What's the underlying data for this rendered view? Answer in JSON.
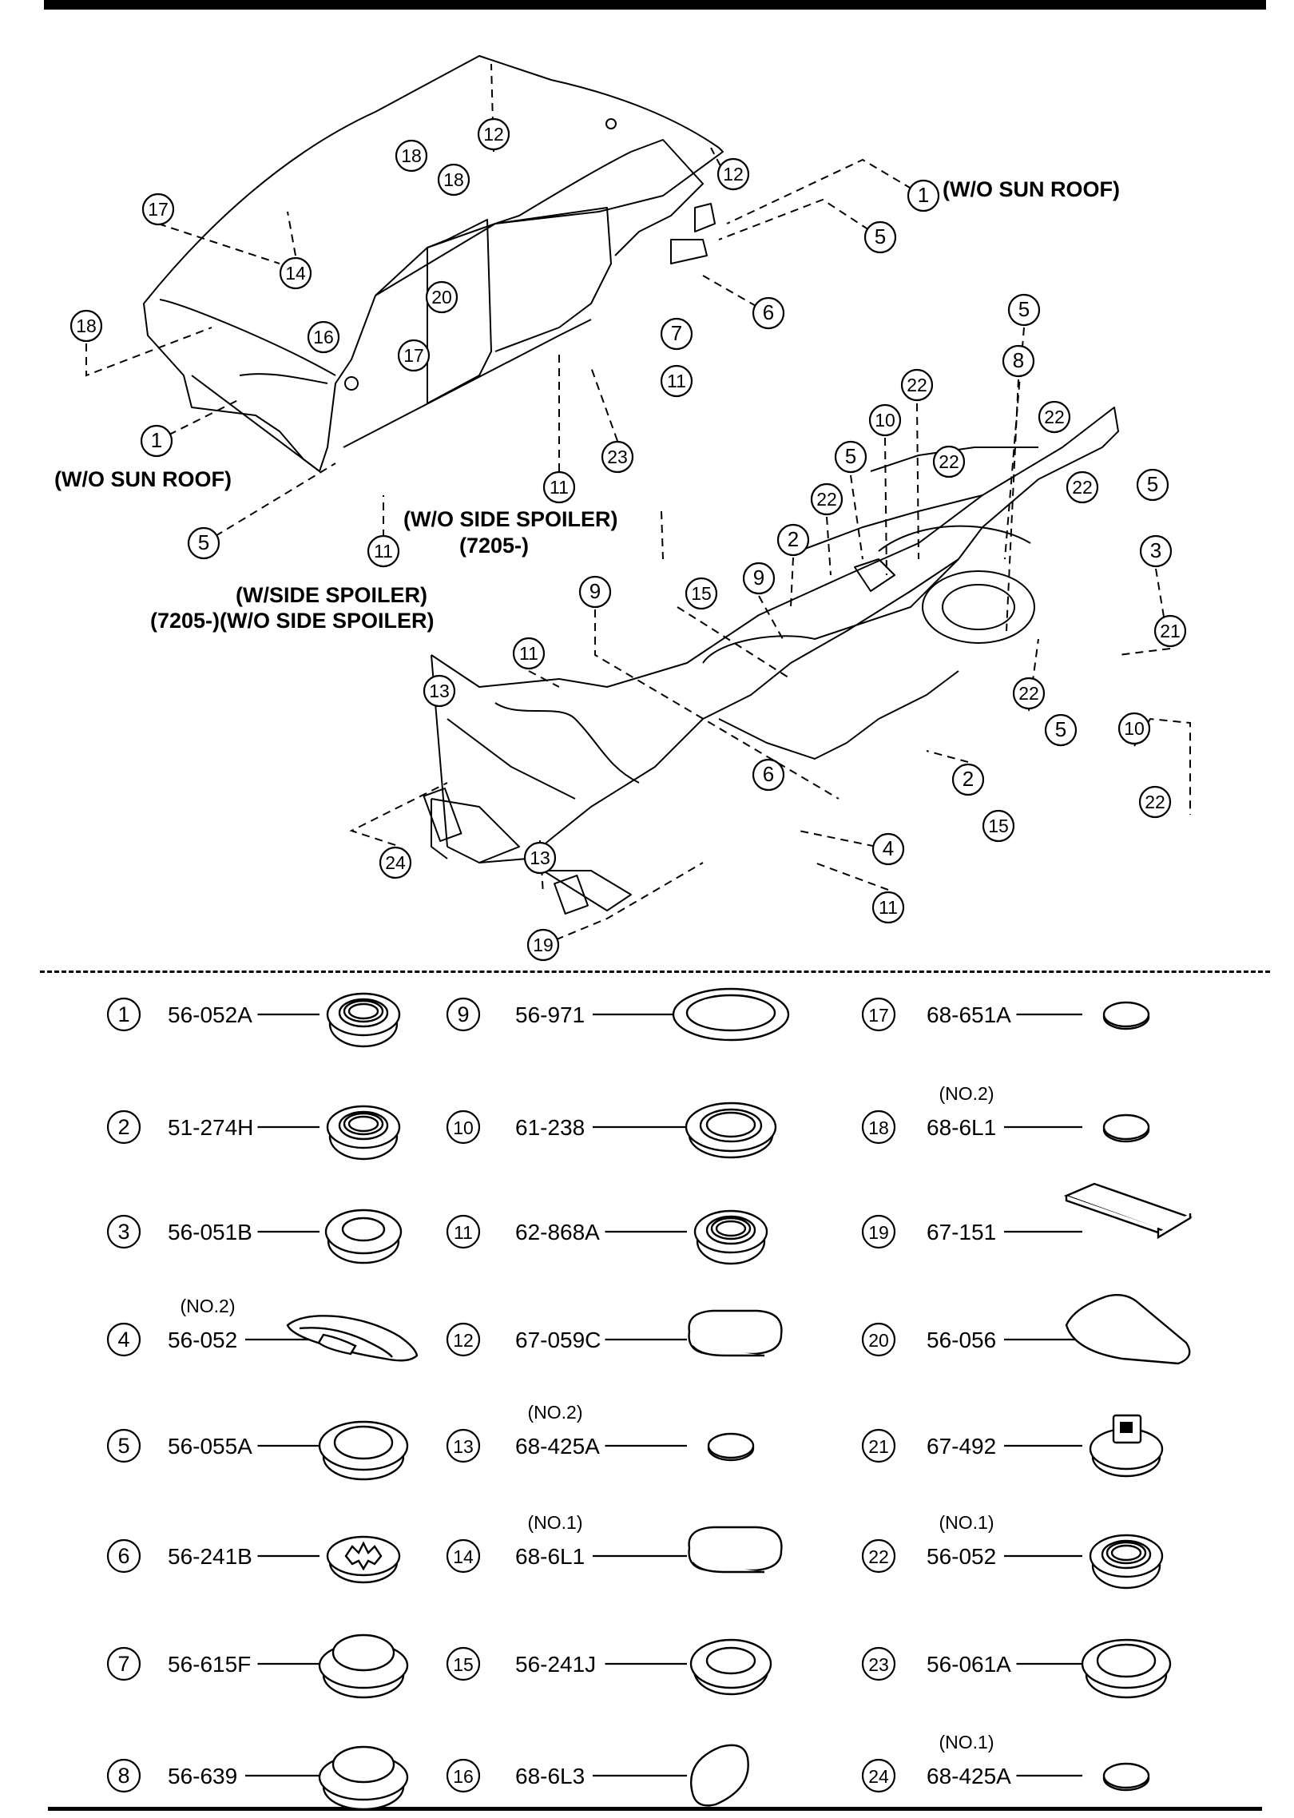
{
  "diagram": {
    "callout_positions_labels": [
      {
        "n": "12"
      },
      {
        "n": "18"
      },
      {
        "n": "18"
      },
      {
        "n": "12"
      },
      {
        "n": "17"
      },
      {
        "n": "14"
      },
      {
        "n": "1",
        "note": "(W/O SUN ROOF)"
      },
      {
        "n": "5"
      },
      {
        "n": "6"
      },
      {
        "n": "20"
      },
      {
        "n": "18"
      },
      {
        "n": "16"
      },
      {
        "n": "17"
      },
      {
        "n": "7"
      },
      {
        "n": "11"
      },
      {
        "n": "1"
      },
      {
        "n": "23"
      },
      {
        "n": "5"
      },
      {
        "n": "11"
      },
      {
        "n": "11"
      }
    ],
    "notes": {
      "wo_sun_roof_top": "(W/O SUN ROOF)",
      "wo_sun_roof_left": "(W/O SUN ROOF)",
      "wo_side_spoiler": "(W/O SIDE SPOILER)",
      "serial_7205": "(7205-)",
      "w_side_spoiler": "(W/SIDE SPOILER)",
      "serial_combo": "(7205-)(W/O SIDE SPOILER)"
    },
    "callouts": [
      {
        "n": "12"
      },
      {
        "n": "18"
      },
      {
        "n": "18"
      },
      {
        "n": "12"
      },
      {
        "n": "17"
      },
      {
        "n": "14"
      },
      {
        "n": "1"
      },
      {
        "n": "5"
      },
      {
        "n": "6"
      },
      {
        "n": "20"
      },
      {
        "n": "18"
      },
      {
        "n": "16"
      },
      {
        "n": "17"
      },
      {
        "n": "7"
      },
      {
        "n": "11"
      },
      {
        "n": "1"
      },
      {
        "n": "23"
      },
      {
        "n": "5"
      },
      {
        "n": "11"
      },
      {
        "n": "11"
      },
      {
        "n": "5"
      },
      {
        "n": "8"
      },
      {
        "n": "22"
      },
      {
        "n": "22"
      },
      {
        "n": "10"
      },
      {
        "n": "5"
      },
      {
        "n": "22"
      },
      {
        "n": "22"
      },
      {
        "n": "5"
      },
      {
        "n": "22"
      },
      {
        "n": "3"
      },
      {
        "n": "2"
      },
      {
        "n": "9"
      },
      {
        "n": "15"
      },
      {
        "n": "9"
      },
      {
        "n": "21"
      },
      {
        "n": "11"
      },
      {
        "n": "13"
      },
      {
        "n": "22"
      },
      {
        "n": "5"
      },
      {
        "n": "10"
      },
      {
        "n": "6"
      },
      {
        "n": "2"
      },
      {
        "n": "22"
      },
      {
        "n": "15"
      },
      {
        "n": "24"
      },
      {
        "n": "4"
      },
      {
        "n": "13"
      },
      {
        "n": "11"
      },
      {
        "n": "19"
      }
    ]
  },
  "parts": [
    {
      "n": "1",
      "code": "56-052A",
      "note": "",
      "shape": "grommet-ribbed"
    },
    {
      "n": "2",
      "code": "51-274H",
      "note": "",
      "shape": "grommet-ribbed"
    },
    {
      "n": "3",
      "code": "56-051B",
      "note": "",
      "shape": "grommet"
    },
    {
      "n": "4",
      "code": "56-052",
      "note": "(NO.2)",
      "shape": "gasket"
    },
    {
      "n": "5",
      "code": "56-055A",
      "note": "",
      "shape": "grommet-wide"
    },
    {
      "n": "6",
      "code": "56-241B",
      "note": "",
      "shape": "grommet-star"
    },
    {
      "n": "7",
      "code": "56-615F",
      "note": "",
      "shape": "dome"
    },
    {
      "n": "8",
      "code": "56-639",
      "note": "",
      "shape": "dome"
    },
    {
      "n": "9",
      "code": "56-971",
      "note": "",
      "shape": "ring-large"
    },
    {
      "n": "10",
      "code": "61-238",
      "note": "",
      "shape": "ring-double"
    },
    {
      "n": "11",
      "code": "62-868A",
      "note": "",
      "shape": "grommet-ribbed"
    },
    {
      "n": "12",
      "code": "67-059C",
      "note": "",
      "shape": "pad-rounded"
    },
    {
      "n": "13",
      "code": "68-425A",
      "note": "(NO.2)",
      "shape": "disc"
    },
    {
      "n": "14",
      "code": "68-6L1",
      "note": "(NO.1)",
      "shape": "pad-rounded"
    },
    {
      "n": "15",
      "code": "56-241J",
      "note": "",
      "shape": "oval-grommet"
    },
    {
      "n": "16",
      "code": "68-6L3",
      "note": "",
      "shape": "oval-pad"
    },
    {
      "n": "17",
      "code": "68-651A",
      "note": "",
      "shape": "disc"
    },
    {
      "n": "18",
      "code": "68-6L1",
      "note": "(NO.2)",
      "shape": "disc"
    },
    {
      "n": "19",
      "code": "67-151",
      "note": "",
      "shape": "sheet"
    },
    {
      "n": "20",
      "code": "56-056",
      "note": "",
      "shape": "sheet-wedge"
    },
    {
      "n": "21",
      "code": "67-492",
      "note": "",
      "shape": "plug-clip"
    },
    {
      "n": "22",
      "code": "56-052",
      "note": "(NO.1)",
      "shape": "grommet-ribbed"
    },
    {
      "n": "23",
      "code": "56-061A",
      "note": "",
      "shape": "grommet-wide"
    },
    {
      "n": "24",
      "code": "68-425A",
      "note": "(NO.1)",
      "shape": "disc"
    }
  ]
}
